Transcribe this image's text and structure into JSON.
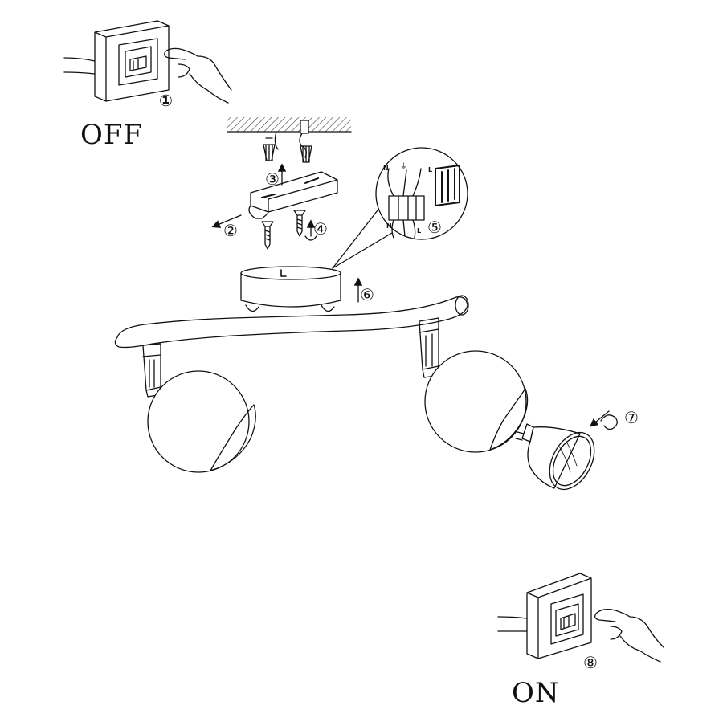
{
  "labels": {
    "off": "OFF",
    "on": "ON"
  },
  "steps": [
    "①",
    "②",
    "③",
    "④",
    "⑤",
    "⑥",
    "⑦",
    "⑧"
  ],
  "wiring_letters": {
    "n_top": "N",
    "l_top": "L",
    "n_bottom": "N",
    "l_bottom": "L",
    "earth": "⏚"
  },
  "colors": {
    "line": "#111111",
    "background": "#ffffff",
    "hatch": "#444444"
  }
}
